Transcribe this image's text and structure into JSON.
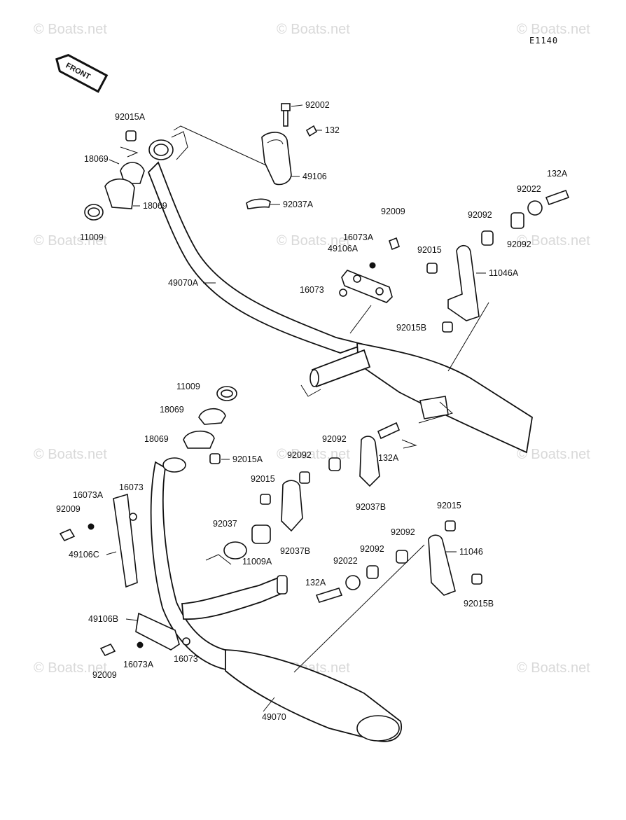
{
  "diagram_code": "E1140",
  "front_label": "FRONT",
  "watermark": "© Boats.net",
  "labels": [
    {
      "key": "92002",
      "text": "92002"
    },
    {
      "key": "132_top",
      "text": "132"
    },
    {
      "key": "92015A_top",
      "text": "92015A"
    },
    {
      "key": "18069_a",
      "text": "18069"
    },
    {
      "key": "49106",
      "text": "49106"
    },
    {
      "key": "18069_b",
      "text": "18069"
    },
    {
      "key": "92037A",
      "text": "92037A"
    },
    {
      "key": "11009_top",
      "text": "11009"
    },
    {
      "key": "132A_top",
      "text": "132A"
    },
    {
      "key": "92022_top",
      "text": "92022"
    },
    {
      "key": "92009_top",
      "text": "92009"
    },
    {
      "key": "92092_a",
      "text": "92092"
    },
    {
      "key": "16073A_top",
      "text": "16073A"
    },
    {
      "key": "92092_b",
      "text": "92092"
    },
    {
      "key": "49106A",
      "text": "49106A"
    },
    {
      "key": "92015_top",
      "text": "92015"
    },
    {
      "key": "11046A",
      "text": "11046A"
    },
    {
      "key": "49070A",
      "text": "49070A"
    },
    {
      "key": "16073_top",
      "text": "16073"
    },
    {
      "key": "92015B_top",
      "text": "92015B"
    },
    {
      "key": "11009_mid",
      "text": "11009"
    },
    {
      "key": "18069_c",
      "text": "18069"
    },
    {
      "key": "92092_c",
      "text": "92092"
    },
    {
      "key": "18069_d",
      "text": "18069"
    },
    {
      "key": "92015A_mid",
      "text": "92015A"
    },
    {
      "key": "92092_d",
      "text": "92092"
    },
    {
      "key": "132A_mid",
      "text": "132A"
    },
    {
      "key": "92015_mid",
      "text": "92015"
    },
    {
      "key": "16073A_left",
      "text": "16073A"
    },
    {
      "key": "16073_left",
      "text": "16073"
    },
    {
      "key": "92037B_a",
      "text": "92037B"
    },
    {
      "key": "92009_left",
      "text": "92009"
    },
    {
      "key": "92015_right",
      "text": "92015"
    },
    {
      "key": "92037",
      "text": "92037"
    },
    {
      "key": "92092_e",
      "text": "92092"
    },
    {
      "key": "49106C",
      "text": "49106C"
    },
    {
      "key": "92037B_b",
      "text": "92037B"
    },
    {
      "key": "92092_f",
      "text": "92092"
    },
    {
      "key": "11046",
      "text": "11046"
    },
    {
      "key": "11009A",
      "text": "11009A"
    },
    {
      "key": "92022_mid",
      "text": "92022"
    },
    {
      "key": "132A_bot",
      "text": "132A"
    },
    {
      "key": "92015B_bot",
      "text": "92015B"
    },
    {
      "key": "49106B",
      "text": "49106B"
    },
    {
      "key": "92009_bot",
      "text": "92009"
    },
    {
      "key": "16073A_bot",
      "text": "16073A"
    },
    {
      "key": "16073_bot",
      "text": "16073"
    },
    {
      "key": "49070",
      "text": "49070"
    }
  ]
}
